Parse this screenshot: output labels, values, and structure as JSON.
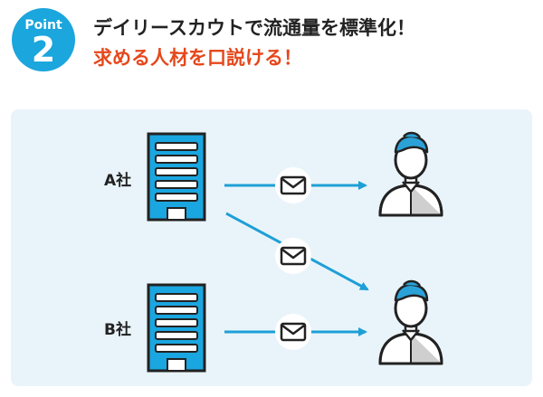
{
  "badge": {
    "label": "Point",
    "number": "2"
  },
  "headline": "デイリースカウトで流通量を標準化！",
  "subline": "求める人材を口説ける！",
  "diagram": {
    "companies": [
      {
        "label": "A社"
      },
      {
        "label": "B社"
      }
    ],
    "icons": {
      "building": "building-icon",
      "mail": "envelope-icon",
      "person": "person-icon"
    },
    "colors": {
      "accent": "#1ba6dd",
      "line": "#1e9fd6",
      "building_fill": "#1aa6e0",
      "building_stroke": "#222222",
      "headline": "#222222",
      "subline": "#e5481c",
      "panel": "#e9f4fa",
      "hair": "#2aa2d8",
      "shirt": "#cfcfcf"
    }
  }
}
